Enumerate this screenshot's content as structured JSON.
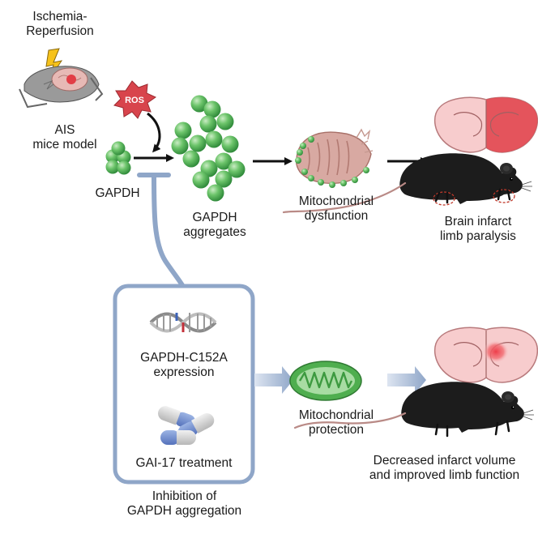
{
  "labels": {
    "ischemia": [
      "Ischemia-",
      "Reperfusion"
    ],
    "ais": [
      "AIS",
      "mice model"
    ],
    "ros": "ROS",
    "gapdh": "GAPDH",
    "aggregates": [
      "GAPDH",
      "aggregates"
    ],
    "mito_dysfunction": [
      "Mitochondrial",
      "dysfunction"
    ],
    "brain_infarct": [
      "Brain infarct",
      "limb paralysis"
    ],
    "c152a": [
      "GAPDH-C152A",
      "expression"
    ],
    "gai17": "GAI-17 treatment",
    "inhibition": [
      "Inhibition of",
      "GAPDH aggregation"
    ],
    "mito_protection": [
      "Mitochondrial",
      "protection"
    ],
    "decreased": [
      "Decreased infarct volume",
      "and improved limb function"
    ]
  },
  "colors": {
    "gapdh_green": "#5cb85c",
    "box_blue": "#8fa6c8",
    "ros_red": "#d8444c",
    "infarct_red": "#e24a52",
    "brain_pink": "#f7cccd",
    "mito_damaged": "#d8a9a2",
    "mito_healthy": "#5cb85c",
    "mouse_black": "#1c1c1c"
  }
}
